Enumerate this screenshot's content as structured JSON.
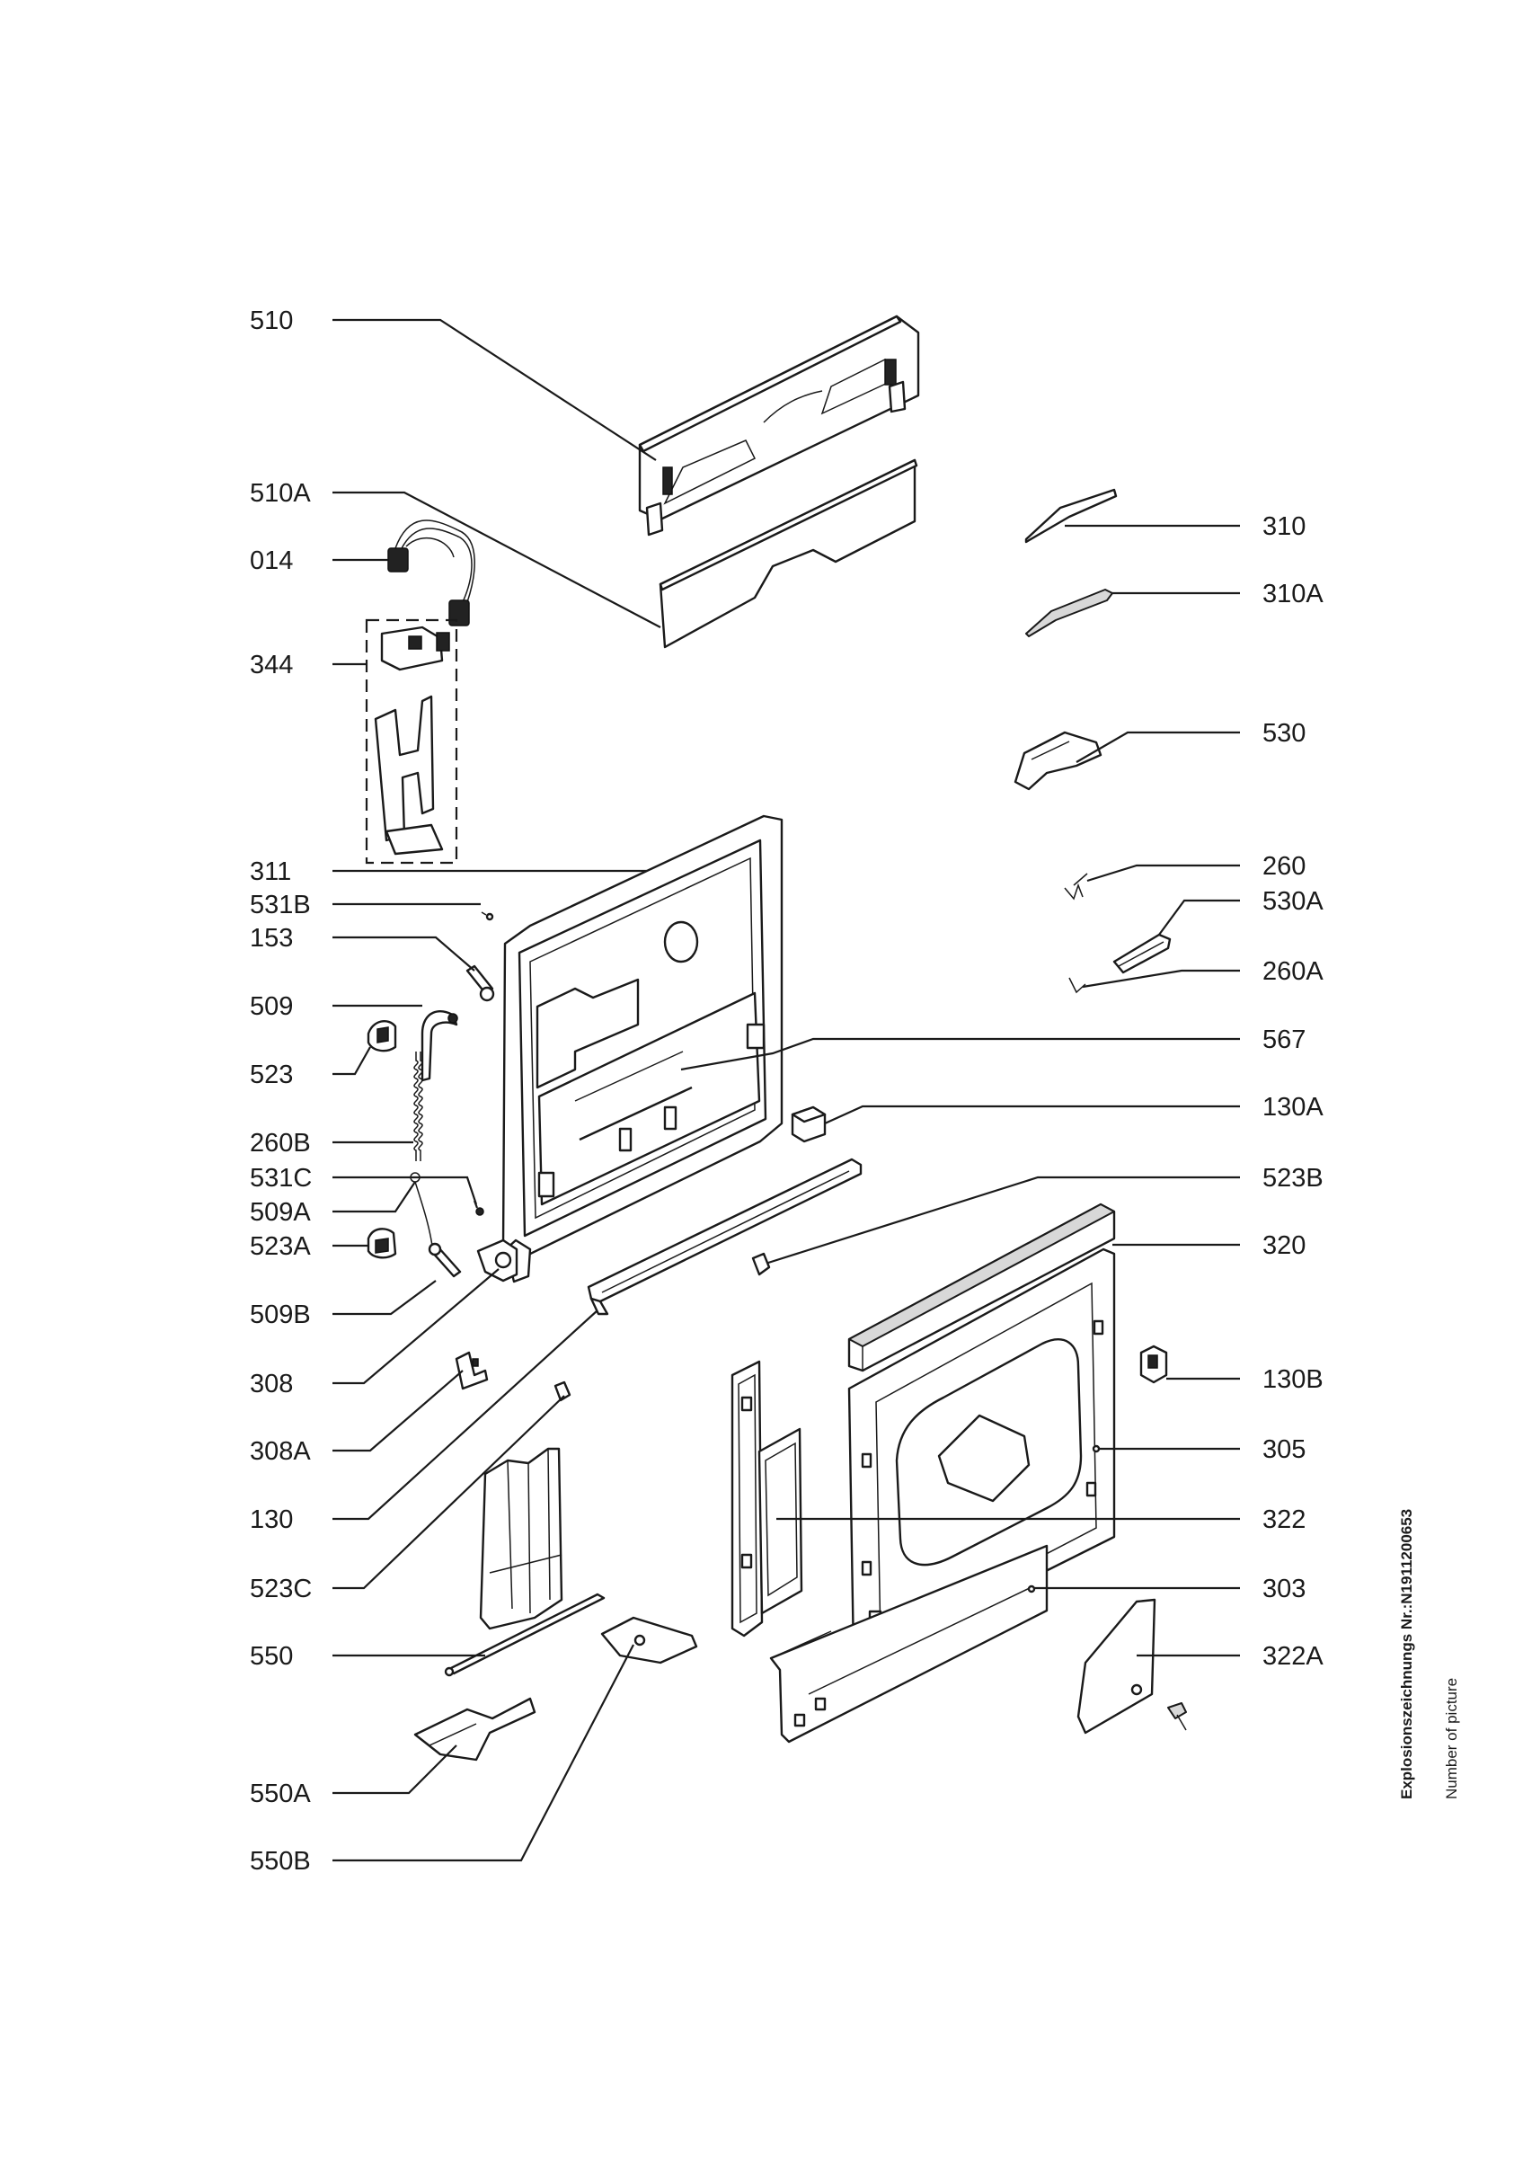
{
  "diagram": {
    "side_text": {
      "drawing_number": "Explosionszeichnungs Nr.:N1911200653",
      "caption": "Number of picture"
    },
    "left_labels": [
      "510",
      "510A",
      "014",
      "344",
      "311",
      "531B",
      "153",
      "509",
      "523",
      "260B",
      "531C",
      "509A",
      "523A",
      "509B",
      "308",
      "308A",
      "130",
      "523C",
      "550",
      "550A",
      "550B"
    ],
    "right_labels": [
      "310",
      "310A",
      "530",
      "260",
      "530A",
      "260A",
      "567",
      "130A",
      "523B",
      "320",
      "130B",
      "305",
      "322",
      "303",
      "322A"
    ]
  }
}
